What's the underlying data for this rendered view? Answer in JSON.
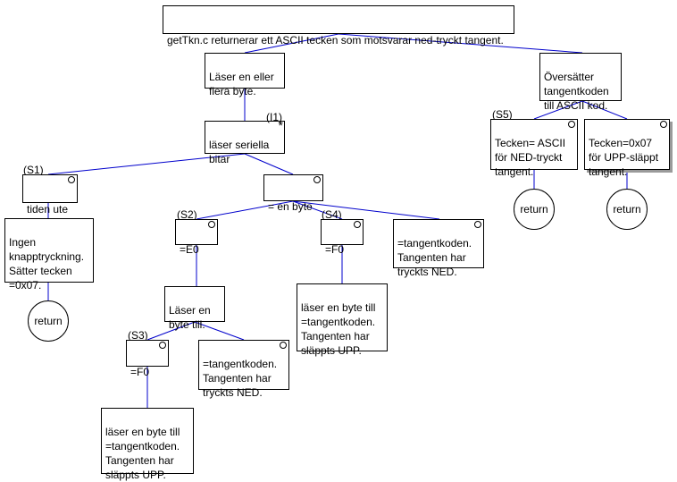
{
  "nodes": {
    "root": "getTkn.c returnerar ett ASCII tecken som motsvarar ned-tryckt tangent.",
    "read": "Läser en eller\nflera byte.",
    "translate": "Översätter\ntangentkoden\ntill ASCII kod.",
    "readSerial": "läser seriella\nbitar",
    "timeout": "tiden ute",
    "oneByte": "= en byte",
    "noKey": "Ingen\nknapptryckning.\nSätter tecken\n=0x07.",
    "e0": "=E0",
    "f0a": "=F0",
    "keycodeA": "=tangentkoden.\nTangenten har\ntryckts NED.",
    "readAnother": "Läser en\nbyte till.",
    "f0b": "=F0",
    "keycodeB": "=tangentkoden.\nTangenten har\ntryckts NED.",
    "readF0b": "läser en byte till\n=tangentkoden.\nTangenten har\nsläppts UPP.",
    "readF0a": "läser en byte till\n=tangentkoden.\nTangenten har\nsläppts UPP.",
    "asciiChar": "Tecken= ASCII\nför NED-tryckt\ntangent.",
    "char07": "Tecken=0x07\nför UPP-släppt\ntangent."
  },
  "labels": {
    "i1": "(I1)",
    "s1": "(S1)",
    "s2": "(S2)",
    "s3": "(S3)",
    "s4": "(S4)",
    "s5": "(S5)",
    "iteration_mark": "*"
  },
  "returns": {
    "r1": "return",
    "r2": "return",
    "r3": "return"
  },
  "colors": {
    "connector": "#0000cc",
    "border": "#000000",
    "shadow": "#9a9a9a"
  }
}
